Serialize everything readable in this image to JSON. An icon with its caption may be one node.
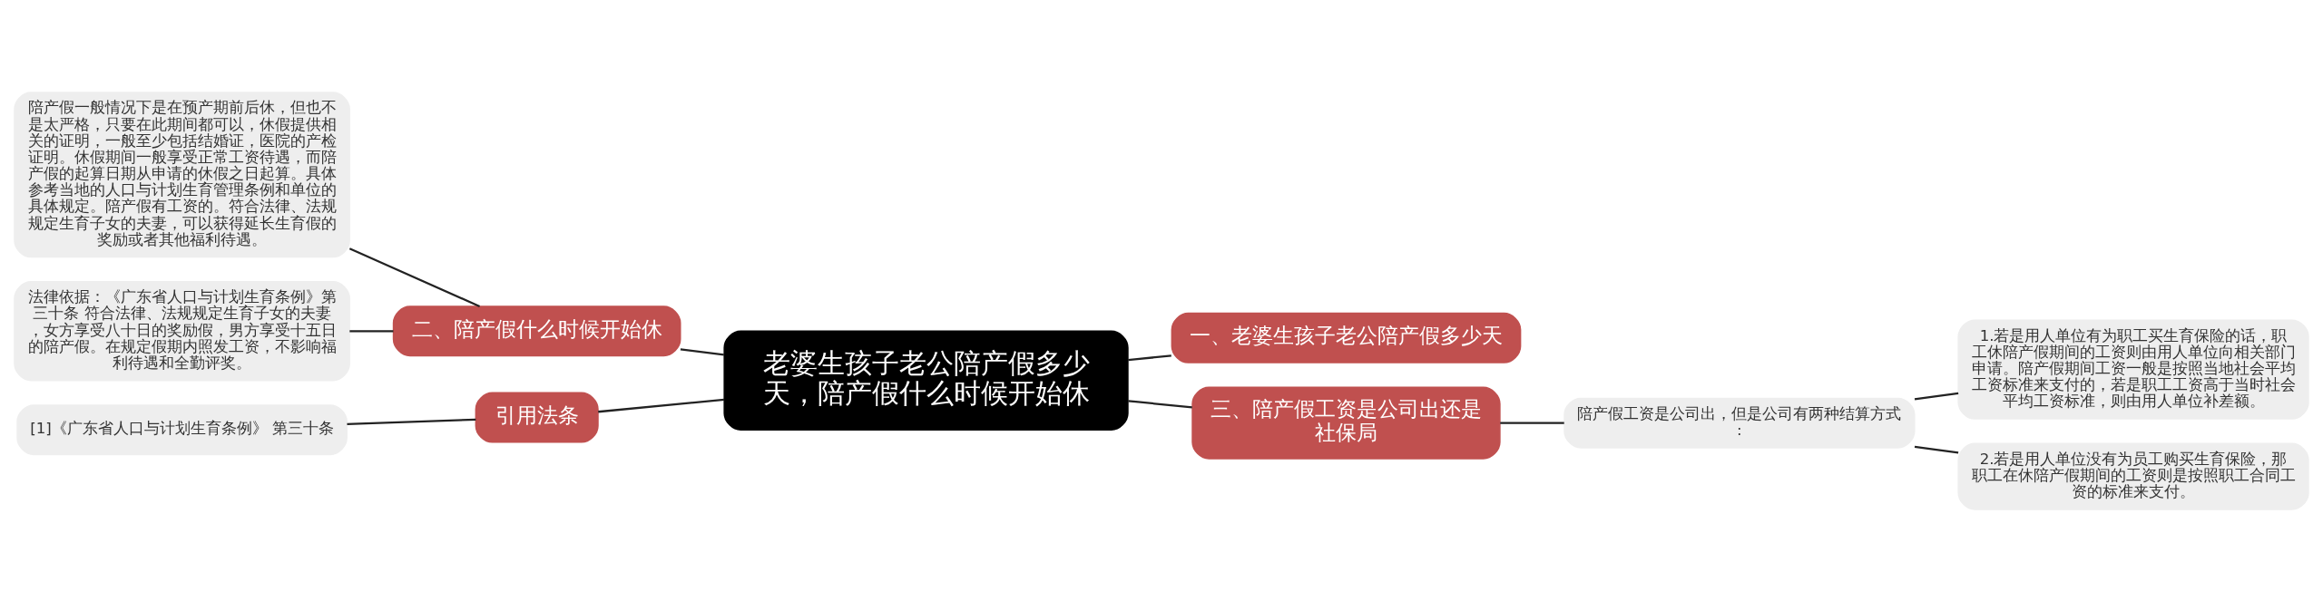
{
  "diagram": {
    "nodes": [
      {
        "text": [
          "老婆生孩子老公陪产假多少天，陪产假什么时候开始休"
        ]
      },
      {
        "text": [
          "一、老婆生孩子老公陪产假多少天"
        ]
      },
      {
        "text": [
          "二、陪产假什么时候开始休"
        ]
      },
      {
        "text": [
          "三、陪产假工资是公司出还是社保局"
        ]
      },
      {
        "text": [
          "引用法条"
        ]
      },
      {
        "text": [
          "陪产假一般情况下是在预产期前后休，但也不是太严格，只要在此期间都可以，休假提供相关的证明，一般至少包括结婚证，医院的产检证明。休假期间一般享受正常工资待遇，而陪产假的起算日期从申请的休假之日起算。具体参考当地的人口与计划生育管理条例和单位的具体规定。陪产假有工资的。符合法律、法规规定生育子女的夫妻，可以获得延长生育假的奖励或者其他福利待遇。"
        ]
      },
      {
        "text": [
          "法律依据：《广东省人口与计划生育条例》第三十条 符合法律、法规规定生育子女的夫妻，女方享受八十日的奖励假，男方享受十五日的陪产假。在规定假期内照发工资，不影响福利待遇和全勤评奖。"
        ]
      },
      {
        "text": [
          "陪产假工资是公司出，但是公司有两种结算方式:"
        ]
      },
      {
        "text": [
          "1.若是用人单位有为职工买生育保险的话，职工休陪产假期间的工资则由用人单位向相关部门申请。陪产假期间工资一般是按照当地社会平均工资标准来支付的，若是职工工资高于当时社会平均工资标准，则由用人单位补差额。"
        ]
      },
      {
        "text": [
          "2.若是用人单位没有为员工购买生育保险，那职工在休陪产假期间的工资则是按照职工合同工资的标准来支付。"
        ]
      },
      {
        "text": [
          "[1]《广东省人口与计划生育条例》 第三十条"
        ]
      }
    ],
    "edges": [
      {
        "from": 0,
        "to": 1,
        "arrow": "none"
      },
      {
        "from": 0,
        "to": 2,
        "arrow": "none"
      },
      {
        "from": 0,
        "to": 3,
        "arrow": "none"
      },
      {
        "from": 0,
        "to": 4,
        "arrow": "none"
      },
      {
        "from": 2,
        "to": 5,
        "arrow": "none"
      },
      {
        "from": 2,
        "to": 6,
        "arrow": "none"
      },
      {
        "from": 3,
        "to": 7,
        "arrow": "none"
      },
      {
        "from": 7,
        "to": 8,
        "arrow": "none"
      },
      {
        "from": 7,
        "to": 9,
        "arrow": "none"
      },
      {
        "from": 4,
        "to": 10,
        "arrow": "none"
      }
    ]
  }
}
